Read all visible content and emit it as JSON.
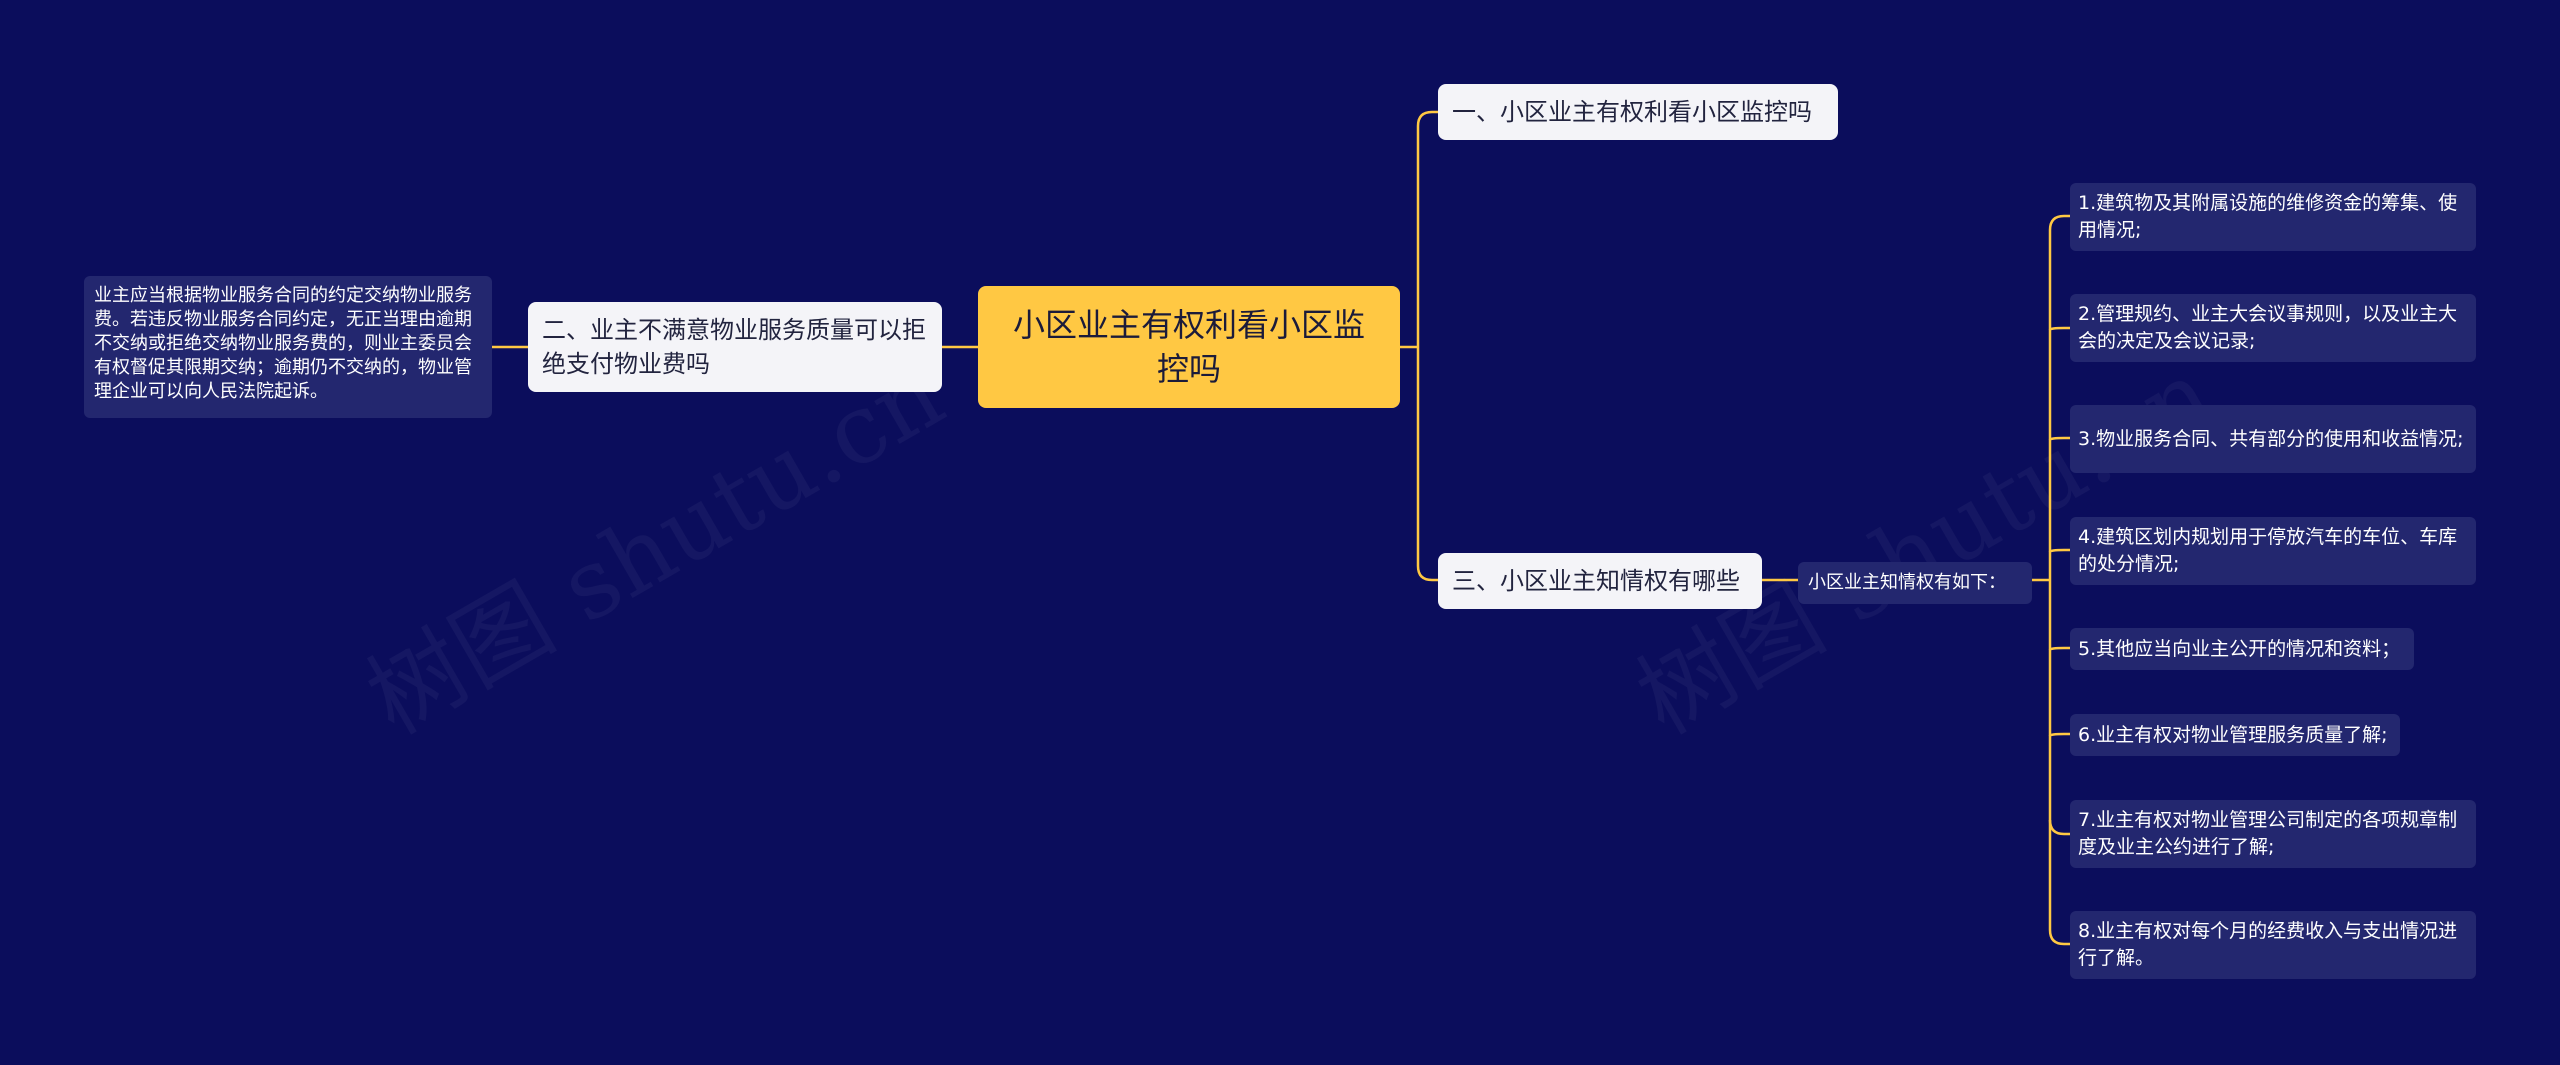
{
  "root": {
    "label": "小区业主有权利看小区监控吗"
  },
  "branches": [
    {
      "label": "一、小区业主有权利看小区监控吗"
    },
    {
      "label": "二、业主不满意物业服务质量可以拒绝支付物业费吗",
      "detail": "业主应当根据物业服务合同的约定交纳物业服务费。若违反物业服务合同约定，无正当理由逾期不交纳或拒绝交纳物业服务费的，则业主委员会有权督促其限期交纳；逾期仍不交纳的，物业管理企业可以向人民法院起诉。"
    },
    {
      "label": "三、小区业主知情权有哪些",
      "sub_label": "小区业主知情权有如下：",
      "items": [
        "1.建筑物及其附属设施的维修资金的筹集、使用情况;",
        "2.管理规约、业主大会议事规则，以及业主大会的决定及会议记录;",
        "3.物业服务合同、共有部分的使用和收益情况;",
        "4.建筑区划内规划用于停放汽车的车位、车库的处分情况;",
        "5.其他应当向业主公开的情况和资料；",
        "6.业主有权对物业管理服务质量了解;",
        "7.业主有权对物业管理公司制定的各项规章制度及业主公约进行了解;",
        "8.业主有权对每个月的经费收入与支出情况进行了解。"
      ]
    }
  ],
  "watermark": "树图 shutu.cn",
  "colors": {
    "background": "#0b0d5c",
    "root_fill": "#ffc843",
    "connector": "#ffc843",
    "branch_fill": "#f4f4f8",
    "leaf_fill": "#23276f"
  }
}
